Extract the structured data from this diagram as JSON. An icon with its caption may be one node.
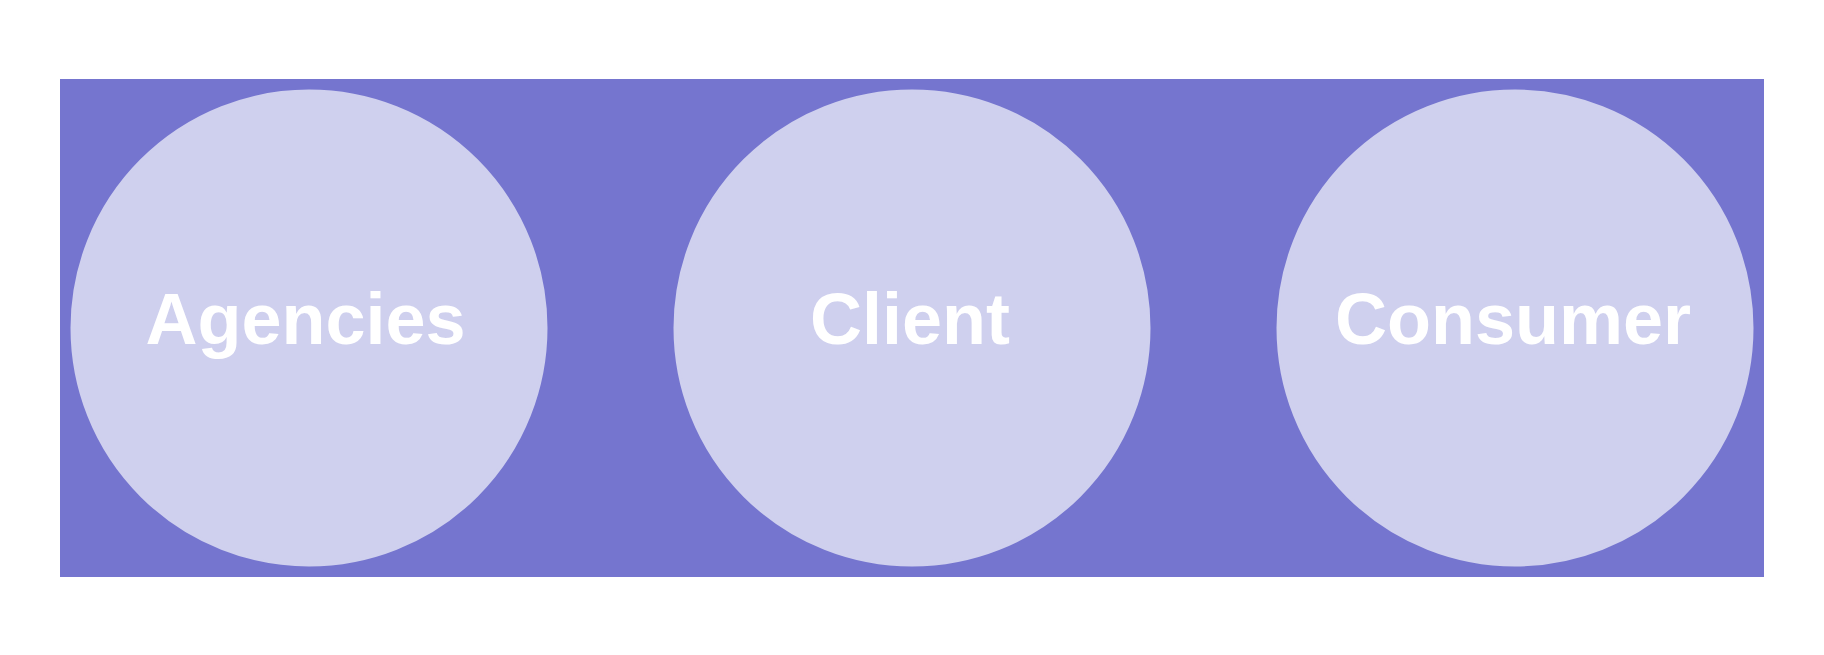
{
  "diagram": {
    "nodes": [
      {
        "text": [
          "Client"
        ]
      },
      {
        "text": [
          "Agencies"
        ]
      },
      {
        "text": [
          "Consumer"
        ]
      }
    ]
  }
}
